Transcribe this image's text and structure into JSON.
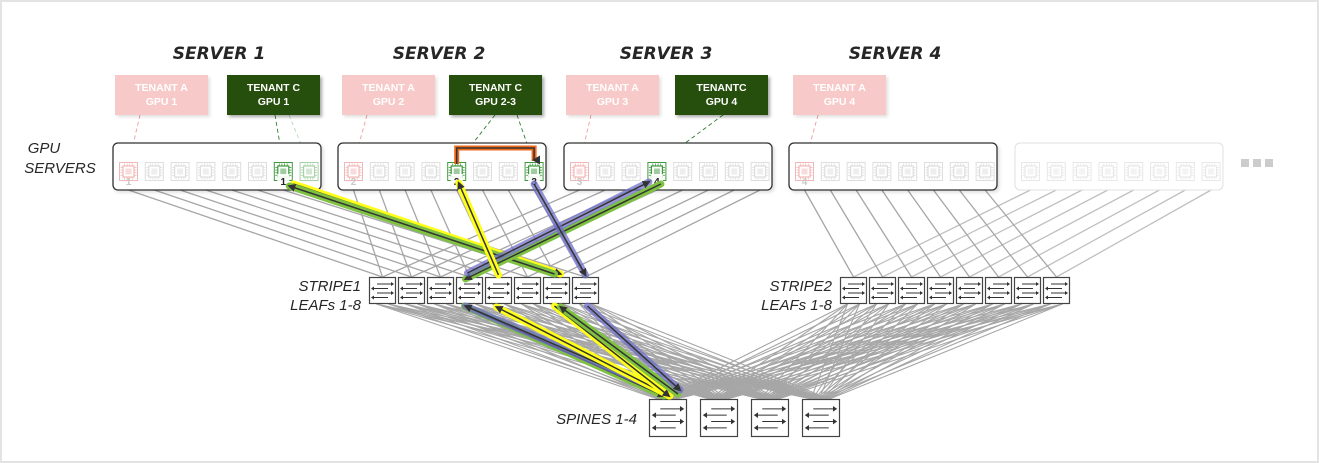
{
  "diagram": {
    "title": "GPU cluster rail-optimized fabric - tenant traffic paths",
    "servers": [
      {
        "name": "SERVER 1",
        "gpus": 8,
        "highlight_gpu_labels": {
          "1": "1",
          "7": "1"
        }
      },
      {
        "name": "SERVER 2",
        "gpus": 8
      },
      {
        "name": "SERVER 3",
        "gpus": 8
      },
      {
        "name": "SERVER 4",
        "gpus": 8
      },
      {
        "name": "",
        "gpus": 8,
        "faded": true
      }
    ],
    "more_indicator": "...",
    "row_labels": {
      "gpu_servers": [
        "GPU",
        "SERVERS"
      ],
      "stripe1": [
        "STRIPE1",
        "LEAFs 1-8"
      ],
      "stripe2": [
        "STRIPE2",
        "LEAFs 1-8"
      ],
      "spines": "SPINES 1-4"
    },
    "tenants": [
      {
        "id": "a1",
        "line1": "TENANT A",
        "line2": "GPU 1",
        "type": "A",
        "server": 0,
        "gpu_index": 0,
        "gpu_label": "1"
      },
      {
        "id": "c1",
        "line1": "TENANT C",
        "line2": "GPU 1",
        "type": "C",
        "server": 0,
        "gpu_index": 6,
        "gpu_label": "1",
        "extra_gpu_index": 7
      },
      {
        "id": "a2",
        "line1": "TENANT A",
        "line2": "GPU 2",
        "type": "A",
        "server": 1,
        "gpu_index": 0,
        "gpu_label": "2"
      },
      {
        "id": "c2",
        "line1": "TENANT C",
        "line2": "GPU 2-3",
        "type": "C",
        "server": 1,
        "gpu_indices": [
          4,
          7
        ],
        "gpu_labels": [
          "2",
          "3"
        ]
      },
      {
        "id": "a3",
        "line1": "TENANT A",
        "line2": "GPU 3",
        "type": "A",
        "server": 2,
        "gpu_index": 0,
        "gpu_label": "3"
      },
      {
        "id": "c4",
        "line1": "TENANTC",
        "line2": "GPU 4",
        "type": "C",
        "server": 2,
        "gpu_index": 3,
        "gpu_label": "4"
      },
      {
        "id": "a4",
        "line1": "TENANT A",
        "line2": "GPU 4",
        "type": "A",
        "server": 3,
        "gpu_index": 0,
        "gpu_label": "4"
      }
    ],
    "stripes": [
      {
        "name": "STRIPE1",
        "leafs": 8
      },
      {
        "name": "STRIPE2",
        "leafs": 8
      }
    ],
    "spines": 4,
    "colors": {
      "tenant_a_fill": "#f8c9c9",
      "tenant_a_text": "#ffffff",
      "tenant_c_fill": "#254f0a",
      "tenant_c_text": "#ffffff",
      "gpu_active": "#3f9a3f",
      "gpu_tenant_a": "#f0a0a0",
      "gpu_idle": "#d6d6d6",
      "link": "#a6a6a6",
      "nvlink": "#ec6a1c",
      "path_yellow": "#ffff1a",
      "path_green": "#7fc242",
      "path_blue": "#7070c8",
      "arrow": "#333333"
    },
    "paths": [
      {
        "color": "yellow",
        "from": "s0g6",
        "to": "leaf0_6",
        "note": "server1 gpu1 to stripe1 leaf 7"
      },
      {
        "color": "green",
        "from": "leaf0_6",
        "to": "s0g6"
      },
      {
        "color": "green",
        "from": "s2g3",
        "to": "leaf0_3"
      },
      {
        "color": "blue",
        "from": "leaf0_3",
        "to": "s2g3"
      },
      {
        "color": "yellow",
        "from": "leaf0_4",
        "to": "s1g4"
      },
      {
        "color": "blue",
        "from": "s1g7",
        "to": "leaf0_7"
      },
      {
        "color": "nvlink",
        "from": "s1g4",
        "to": "s1g7"
      }
    ]
  }
}
